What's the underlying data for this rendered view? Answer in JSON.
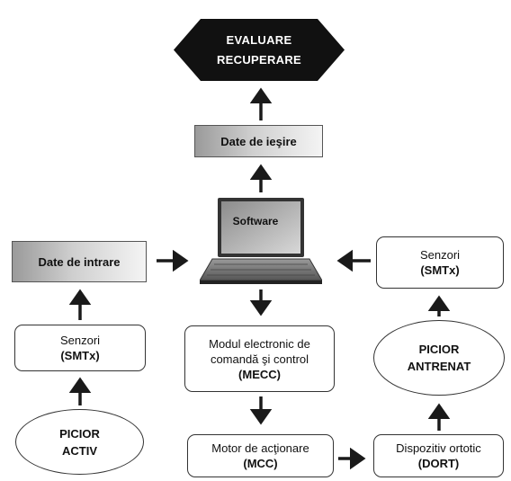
{
  "evaluation": {
    "line1": "EVALUARE",
    "line2": "RECUPERARE"
  },
  "output_data": {
    "label": "Date de ieşire"
  },
  "software": {
    "label": "Software"
  },
  "input_data": {
    "label": "Date de intrare"
  },
  "sensors_left": {
    "line1": "Senzori",
    "line2": "(SMTx)"
  },
  "active_leg": {
    "line1": "PICIOR",
    "line2": "ACTIV"
  },
  "control_module": {
    "line1": "Modul electronic de",
    "line2": "comandă şi control",
    "line3": "(MECC)"
  },
  "motor": {
    "line1": "Motor de acţionare",
    "line2": "(MCC)"
  },
  "orthotic": {
    "line1": "Dispozitiv ortotic",
    "line2": "(DORT)"
  },
  "trained_leg": {
    "line1": "PICIOR",
    "line2": "ANTRENAT"
  },
  "sensors_right": {
    "line1": "Senzori",
    "line2": "(SMTx)"
  },
  "colors": {
    "hexagon_fill": "#111111",
    "arrow": "#1a1a1a",
    "gradient_dark": "#9a9a9a",
    "gradient_light": "#f4f4f4"
  }
}
